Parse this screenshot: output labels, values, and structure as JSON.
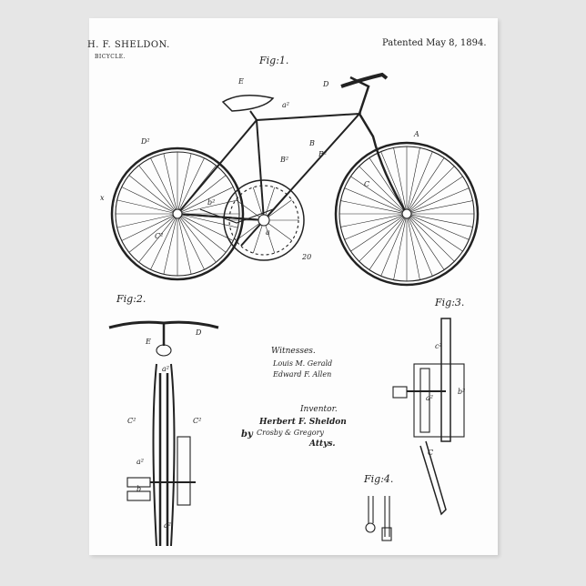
{
  "header": {
    "inventor": "H. F. SHELDON.",
    "subject": "BICYCLE.",
    "patent_date": "Patented May 8, 1894."
  },
  "figures": {
    "fig1": "Fig:1.",
    "fig2": "Fig:2.",
    "fig3": "Fig:3.",
    "fig4": "Fig:4."
  },
  "signatures": {
    "witnesses_heading": "Witnesses.",
    "witness_1": "Louis M. Gerald",
    "witness_2": "Edward F. Allen",
    "inventor_heading": "Inventor.",
    "inventor_name": "Herbert F. Sheldon",
    "by": "by",
    "attorneys": "Crosby & Gregory",
    "attys": "Attys."
  },
  "reference_letters": [
    "E",
    "D",
    "A",
    "B",
    "B²",
    "B²",
    "C",
    "D²",
    "a²",
    "b²",
    "C²",
    "a",
    "x",
    "20",
    "E",
    "D",
    "a²",
    "C²",
    "C²",
    "a²",
    "b",
    "a²",
    "c²",
    "b²",
    "a²",
    "C"
  ],
  "colors": {
    "background": "#e6e6e6",
    "paper": "#fdfdfd",
    "ink": "#222222"
  }
}
